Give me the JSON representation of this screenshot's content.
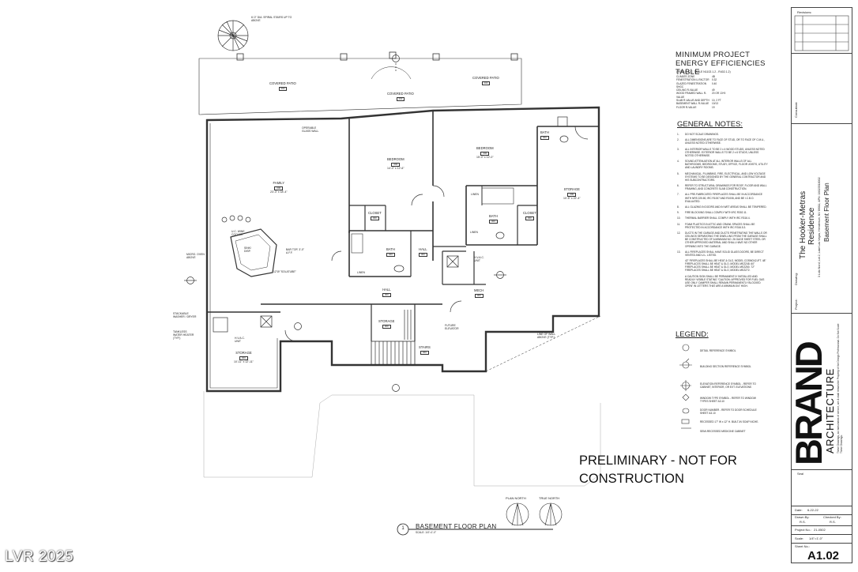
{
  "watermark": "LVR 2025",
  "preliminary": {
    "line1": "PRELIMINARY - NOT FOR",
    "line2": "CONSTRUCTION"
  },
  "plan": {
    "title_number": "1",
    "title": "BASEMENT FLOOR PLAN",
    "scale": "SCALE: 1/4\"=1'-0\"",
    "plan_north": "PLAN NORTH",
    "true_north": "TRUE NORTH",
    "spiral_note": "6'-0\" DIA. SPIRAL STAIRS UP TO ABOVE",
    "rooms": [
      {
        "name": "COVERED PATIO",
        "tag": "000"
      },
      {
        "name": "COVERED PATIO",
        "tag": "000"
      },
      {
        "name": "COVERED PATIO",
        "tag": "000"
      },
      {
        "name": "FAMILY",
        "dim": "23'-3\" x 18'-4\"",
        "tag": "000"
      },
      {
        "name": "BEDROOM",
        "dim": "14'-0\" x 12'-6\"",
        "tag": "000"
      },
      {
        "name": "BEDROOM",
        "dim": "15'-0\" x 12'-0\"",
        "tag": "000"
      },
      {
        "name": "BATH",
        "tag": "000"
      },
      {
        "name": "STORAGE",
        "dim": "10'-5\" x 22'-4\"",
        "tag": "000"
      },
      {
        "name": "CLOSET",
        "tag": "000"
      },
      {
        "name": "CLOSET",
        "tag": "000"
      },
      {
        "name": "BATH",
        "tag": "000"
      },
      {
        "name": "BATH",
        "tag": "000"
      },
      {
        "name": "HALL",
        "tag": "000"
      },
      {
        "name": "MECH",
        "tag": "000"
      },
      {
        "name": "HALL",
        "tag": "000"
      },
      {
        "name": "STORAGE",
        "tag": "000"
      },
      {
        "name": "STORAGE",
        "dim": "10'-11\" x 12'-11\"",
        "tag": "000"
      },
      {
        "name": "STAIRS",
        "tag": "000"
      }
    ],
    "annotations": [
      "OPERABLE GLASS WALL",
      "MICRO. OVEN ABOVE",
      "U.C. WINE COOLER",
      "SINK/ DISP.",
      "BAR TOP, 3'-0\" A.F.F.",
      "12\"Ø \"SOLATUBE\"",
      "STACKABLE WASHER / DRYER",
      "TANKLESS WATER HEATER (TYP.)",
      "H.V.A.C. UNIT",
      "H.V.A.C. UNIT",
      "LINE OF WALL ABOVE (TYP.)",
      "FUTURE ELEVATOR",
      "LINEN",
      "LINEN",
      "LINEN"
    ]
  },
  "energy": {
    "title": "MINIMUM PROJECT ENERGY EFFICIENCIES TABLE",
    "subtitle": "(PER I.E.C.C. TABLE N1102.1.2 - R402.1.2)",
    "rows": [
      [
        "CLIMATE ZONE",
        "4B"
      ],
      [
        "FENESTRATION U-FACTOR",
        "0.32"
      ],
      [
        "GLAZED FENESTRATION SHGC",
        "0.40"
      ],
      [
        "CEILING R-VALUE",
        "49"
      ],
      [
        "WOOD FRAMED WALL R-VALUE",
        "20 OR 13+5"
      ],
      [
        "SLAB R-VALUE AND DEPTH",
        "10, 2 FT"
      ],
      [
        "BASEMENT WALL R-VALUE",
        "10/13"
      ],
      [
        "FLOOR R-VALUE",
        "19"
      ]
    ]
  },
  "notes": {
    "title": "GENERAL NOTES:",
    "items": [
      {
        "num": "1.",
        "text": "DO NOT SCALE DRAWINGS."
      },
      {
        "num": "2.",
        "text": "ALL DIMENSIONS ARE TO FACE OF STUD, OR TO FACE OF C.M.U., UNLESS NOTED OTHERWISE."
      },
      {
        "num": "3.",
        "text": "ALL INTERIOR WALLS TO BE 2 x 4 WOOD STUDS, UNLESS NOTED OTHERWISE. EXTERIOR WALLS TO BE 2 x 6 STUDS, UNLESS NOTED OTHERWISE."
      },
      {
        "num": "4.",
        "text": "SOUND ATTENUATION AT ALL INTERIOR WALLS OF ALL BATHROOMS, BEDROOMS, STUDY, OFFICE, FLOOR JOISTS, UTILITY AND LAUNDRY ROOMS."
      },
      {
        "num": "5.",
        "text": "MECHANICAL, PLUMBING, FIRE, ELECTRICAL, AND LOW VOLTAGE SYSTEMS TO BE DESIGNED BY THE GENERAL CONTRACTOR AND HIS SUBCONTRACTORS."
      },
      {
        "num": "6.",
        "text": "REFER TO STRUCTURAL DRAWINGS FOR ROOF, FLOOR AND WALL FRAMING, AND CONCRETE SLAB CONSTRUCTION."
      },
      {
        "num": "7.",
        "text": "ALL PRE-FABRICATED FIREPLACES SHALL BE IN ACCORDANCE WITH NRS 225.80, IRC R1007 AND R1008, AND BE I.C.B.O. EVALUATED."
      },
      {
        "num": "8.",
        "text": "ALL GLAZING IN DOORS AND IN WET AREAS SHALL BE TEMPERED."
      },
      {
        "num": "9.",
        "text": "FIRE BLOCKING SHALL COMPLY WITH IRC R302.11."
      },
      {
        "num": "10.",
        "text": "THERMAL BARRIER SHALL COMPLY WITH IRC R316.4."
      },
      {
        "num": "11.",
        "text": "FOAM PLASTICS IN ATTIC AND CRAWL SPACES SHALL BE PROTECTED IN ACCORDANCE WITH IRC R316.5.3."
      },
      {
        "num": "12.",
        "text": "DUCTS IN THE GARAGE AND DUCTS PENETRATING THE WALLS OR CEILINGS SEPARATING THE DWELLING FROM THE GARAGE SHALL BE CONSTRUCTED OF A MINIMUM NO. 26 GAGE SHEET STEEL OR OTHER APPROVED MATERIAL AND SHALL HAVE NO OTHER OPENING INTO THE GARAGE."
      },
      {
        "num": "13.",
        "text": "ALL FIREPLACES SHALL HAVE SOLID GLASS DOORS, BE DIRECT VENTED AND U.L. LISTED."
      },
      {
        "num": "",
        "text": "42\" FIREPLACES SHALL BE HEAT & GLO, MODEL COSMO42-IFT. 48\" FIREPLACES SHALL BE HEAT & GLO, MODEL MEZZ48. 60\" FIREPLACES SHALL BE HEAT & GLO, MODEL MEZZ60. 72\" FIREPLACES SHALL BE HEAT & GLO, MODEL MEZZ72."
      },
      {
        "num": "",
        "text": "A CAUTION SIGN SHALL BE PERMANENTLY INSTALLED AND READILY VISIBLE STATING \"CAUTION: APPROVED FOR FUEL GAS USE ONLY. DAMPER SHALL REMAIN PERMANENTLY BLOCKED OPEN\" IN LETTERS THAT ARE A MINIMUM 3/4\" HIGH."
      }
    ]
  },
  "legend": {
    "title": "LEGEND:",
    "items": [
      "DETAIL REFERENCE SYMBOL",
      "BUILDING SECTION REFERENCE SYMBOL",
      "ELEVATION REFERENCE SYMBOL - REFER TO CABINET, INTERIOR, OR EXT. ELEVATIONS",
      "WINDOW TYPE SYMBOL - REFER TO WINDOW TYPES SHEET A3.10",
      "DOOR NUMBER - REFER TO DOOR SCHEDULE SHEET A3.10",
      "RECESSED 17\" W x 12\" H. BUILT-IN SOAP NICHE.",
      "SEMI-RECESSED MEDICINE CABINET"
    ]
  },
  "title_block": {
    "revisions_label": "Revisions:",
    "consultant_label": "Consultant:",
    "project_label": "Project:",
    "drawing_label": "Drawing:",
    "project_name_line1": "The Hooker-Metras",
    "project_name_line2": "Residence",
    "project_address": "3 Lido Nord, Lot 2, Lake Las Vegas, Henderson, NV 89011, APN: 16023518002",
    "drawing_name": "Basement Floor Plan",
    "logo_word": "BRAND",
    "logo_sub": "ARCHITECTURE",
    "logo_note": "These Drawings, as instruments of service, are & shall remain the Property of the Design Professional. Do Not Scale These Drawings.",
    "seal_label": "Seal",
    "date_label": "Date:",
    "date_value": "6-22-22",
    "drawn_label": "Drawn By:",
    "drawn_value": "R.S.",
    "checked_label": "Checked By:",
    "checked_value": "R.S.",
    "projno_label": "Project No.:",
    "projno_value": "21-0502",
    "scale_label": "Scale:",
    "scale_value": "1/4\"=1'-0\"",
    "sheet_label": "Sheet No.:",
    "sheet_value": "A1.02"
  },
  "colors": {
    "ink": "#222222",
    "wall": "#333333",
    "accent": "#000000"
  }
}
